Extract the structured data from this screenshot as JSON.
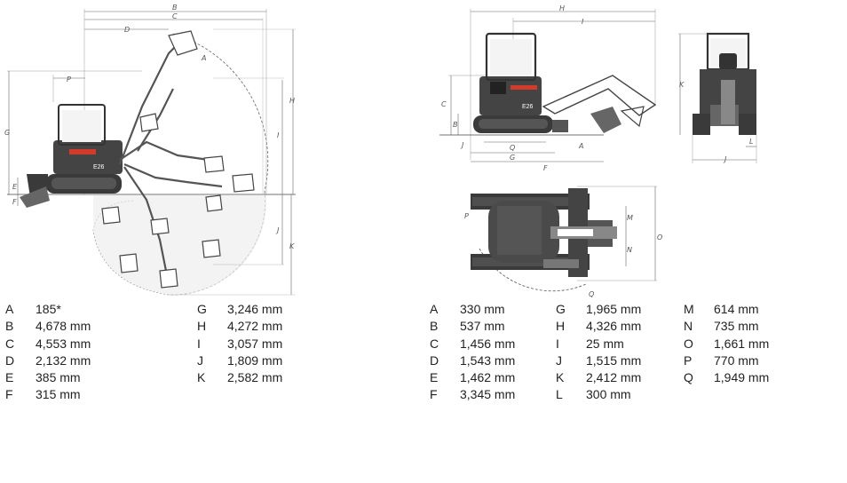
{
  "drawing_letters": {
    "side_reach": {
      "B": "B",
      "C": "C",
      "D": "D",
      "P": "P",
      "A": "A",
      "G": "G",
      "H": "H",
      "I": "I",
      "J": "J",
      "K": "K",
      "E": "E",
      "F": "F"
    },
    "side_view": {
      "H": "H",
      "I": "I",
      "C": "C",
      "B": "B",
      "J": "J",
      "Q": "Q",
      "G": "G",
      "F": "F",
      "A": "A"
    },
    "front_view": {
      "K": "K",
      "L": "L",
      "J": "J"
    },
    "top_view": {
      "P": "P",
      "M": "M",
      "N": "N",
      "O": "O",
      "Q": "Q"
    },
    "brand_side": "E26",
    "brand_small": "E26"
  },
  "table1": {
    "col1": [
      {
        "key": "A",
        "value": "185*"
      },
      {
        "key": "B",
        "value": "4,678 mm"
      },
      {
        "key": "C",
        "value": "4,553 mm"
      },
      {
        "key": "D",
        "value": "2,132 mm"
      },
      {
        "key": "E",
        "value": "385 mm"
      },
      {
        "key": "F",
        "value": "315 mm"
      }
    ],
    "col2": [
      {
        "key": "G",
        "value": "3,246 mm"
      },
      {
        "key": "H",
        "value": "4,272 mm"
      },
      {
        "key": "I",
        "value": "3,057 mm"
      },
      {
        "key": "J",
        "value": "1,809 mm"
      },
      {
        "key": "K",
        "value": "2,582 mm"
      }
    ]
  },
  "table2": {
    "col1": [
      {
        "key": "A",
        "value": "330 mm"
      },
      {
        "key": "B",
        "value": "537 mm"
      },
      {
        "key": "C",
        "value": "1,456 mm"
      },
      {
        "key": "D",
        "value": "1,543 mm"
      },
      {
        "key": "E",
        "value": "1,462 mm"
      },
      {
        "key": "F",
        "value": "3,345 mm"
      }
    ],
    "col2": [
      {
        "key": "G",
        "value": "1,965 mm"
      },
      {
        "key": "H",
        "value": "4,326 mm"
      },
      {
        "key": "I",
        "value": "25 mm"
      },
      {
        "key": "J",
        "value": "1,515 mm"
      },
      {
        "key": "K",
        "value": "2,412 mm"
      },
      {
        "key": "L",
        "value": "300 mm"
      }
    ],
    "col3": [
      {
        "key": "M",
        "value": "614 mm"
      },
      {
        "key": "N",
        "value": "735 mm"
      },
      {
        "key": "O",
        "value": "1,661 mm"
      },
      {
        "key": "P",
        "value": "770 mm"
      },
      {
        "key": "Q",
        "value": "1,949 mm"
      }
    ]
  }
}
